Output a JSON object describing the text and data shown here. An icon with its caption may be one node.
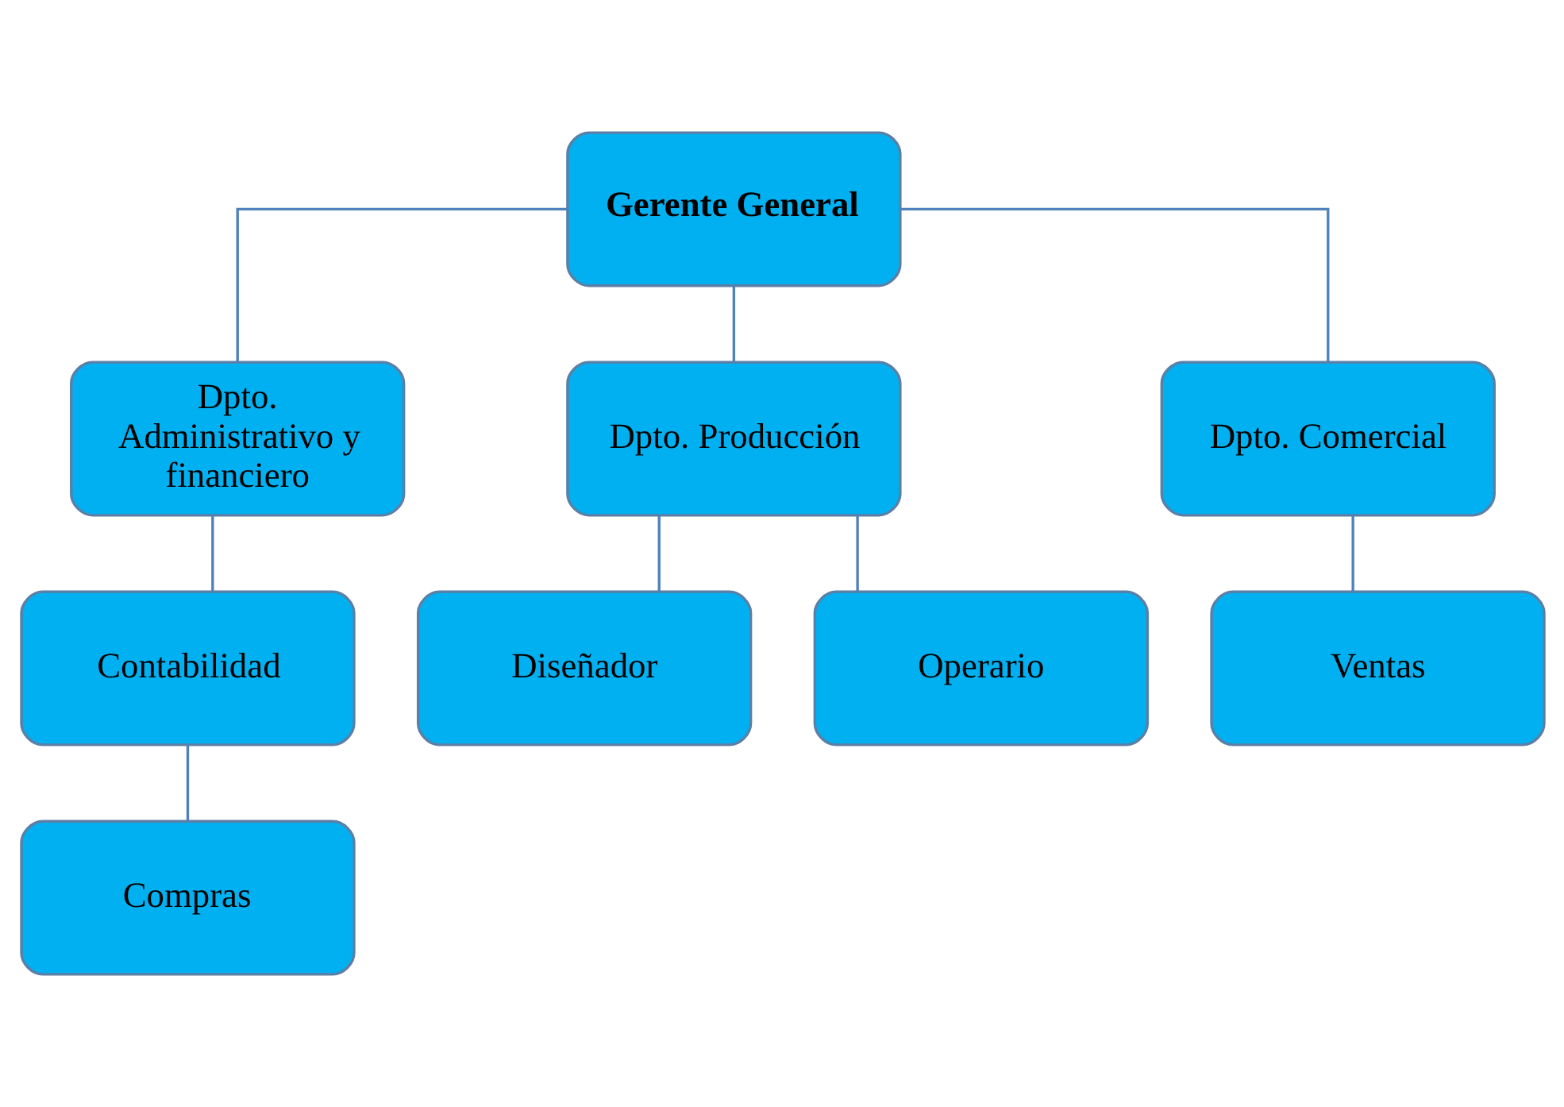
{
  "diagram": {
    "nodes": [
      {
        "text": [
          "Gerente General"
        ]
      },
      {
        "text": [
          "Dpto. Administrativo y financiero"
        ]
      },
      {
        "text": [
          "Dpto. Producción"
        ]
      },
      {
        "text": [
          "Dpto. Comercial"
        ]
      },
      {
        "text": [
          "Contabilidad"
        ]
      },
      {
        "text": [
          "Compras"
        ]
      },
      {
        "text": [
          "Diseñador"
        ]
      },
      {
        "text": [
          "Operario"
        ]
      },
      {
        "text": [
          "Ventas"
        ]
      }
    ],
    "edges": [
      {
        "from": 0,
        "to": 1,
        "arrow": "none"
      },
      {
        "from": 0,
        "to": 2,
        "arrow": "none"
      },
      {
        "from": 0,
        "to": 3,
        "arrow": "none"
      },
      {
        "from": 1,
        "to": 4,
        "arrow": "none"
      },
      {
        "from": 4,
        "to": 5,
        "arrow": "none"
      },
      {
        "from": 2,
        "to": 6,
        "arrow": "none"
      },
      {
        "from": 2,
        "to": 7,
        "arrow": "none"
      },
      {
        "from": 3,
        "to": 8,
        "arrow": "none"
      }
    ]
  }
}
